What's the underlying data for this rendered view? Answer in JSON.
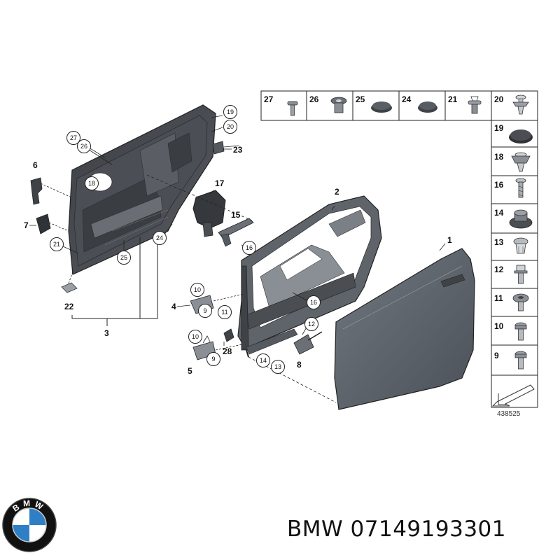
{
  "caption": {
    "brand": "BMW",
    "part_number": "07149193301"
  },
  "logo": {
    "letters": "BMW",
    "colors": {
      "ring": "#111111",
      "blue": "#2f7fc6",
      "white": "#ffffff"
    }
  },
  "diagram": {
    "reference_id": "438525",
    "colors": {
      "part": "#555a61",
      "part_light": "#8a8f96",
      "line": "#222222"
    },
    "top_row": [
      {
        "label": "27",
        "icon": "screw-icon"
      },
      {
        "label": "26",
        "icon": "expanding-rivet-icon"
      },
      {
        "label": "25",
        "icon": "plug-icon"
      },
      {
        "label": "24",
        "icon": "plug-icon"
      },
      {
        "label": "21",
        "icon": "expanding-rivet-icon"
      },
      {
        "label": "20",
        "icon": "push-clip-icon"
      }
    ],
    "side_column": [
      {
        "label": "19",
        "icon": "plug-icon"
      },
      {
        "label": "18",
        "icon": "push-clip-icon"
      },
      {
        "label": "16",
        "icon": "screw-icon"
      },
      {
        "label": "14",
        "icon": "grommet-icon"
      },
      {
        "label": "13",
        "icon": "push-clip-icon"
      },
      {
        "label": "12",
        "icon": "bolt-icon"
      },
      {
        "label": "11",
        "icon": "bolt-icon"
      },
      {
        "label": "10",
        "icon": "bolt-icon"
      },
      {
        "label": "9",
        "icon": "bolt-icon"
      }
    ],
    "callouts": {
      "c19": "19",
      "c20": "20",
      "c27": "27",
      "c26": "26",
      "c18": "18",
      "c21": "21",
      "c25": "25",
      "c24": "24",
      "c16a": "16",
      "c16b": "16",
      "c10a": "10",
      "c9a": "9",
      "c11": "11",
      "c12": "12",
      "c10b": "10",
      "c9b": "9",
      "c14": "14",
      "c13": "13"
    },
    "labels": {
      "l23": "23",
      "l6": "6",
      "l7": "7",
      "l17": "17",
      "l15": "15",
      "l2": "2",
      "l1": "1",
      "l22": "22",
      "l3": "3",
      "l4": "4",
      "l28": "28",
      "l5": "5",
      "l8": "8"
    }
  }
}
